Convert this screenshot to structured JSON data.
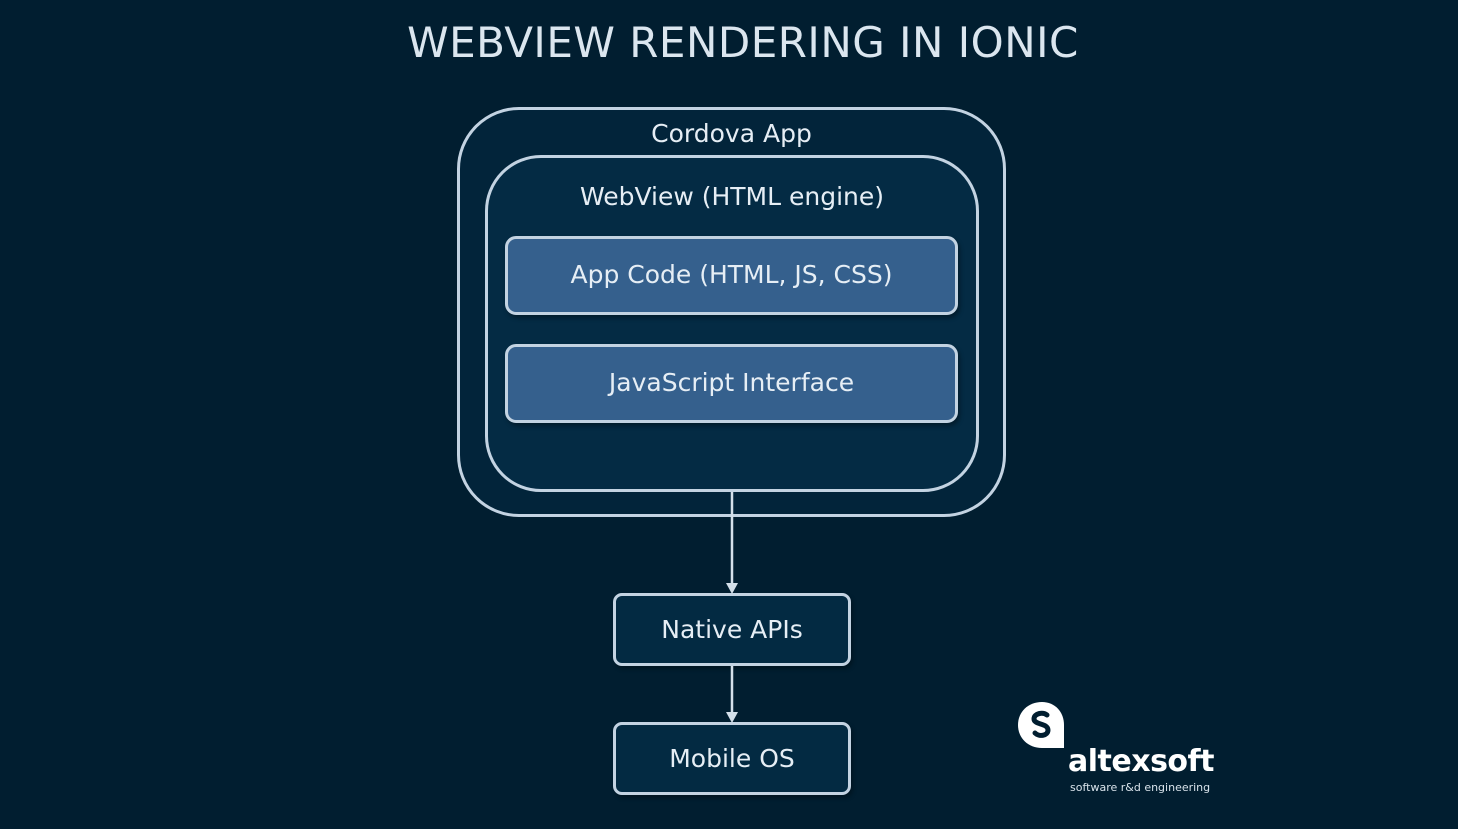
{
  "title": "WEBVIEW RENDERING IN IONIC",
  "diagram": {
    "cordova_app": "Cordova App",
    "webview": "WebView (HTML engine)",
    "app_code": "App Code (HTML, JS, CSS)",
    "javascript_interface": "JavaScript Interface",
    "native_apis": "Native APIs",
    "mobile_os": "Mobile OS"
  },
  "logo": {
    "name": "altexsoft",
    "tagline": "software r&d engineering"
  },
  "colors": {
    "background": "#011e30",
    "border": "#c3d3e2",
    "inner_fill": "#35608d"
  }
}
